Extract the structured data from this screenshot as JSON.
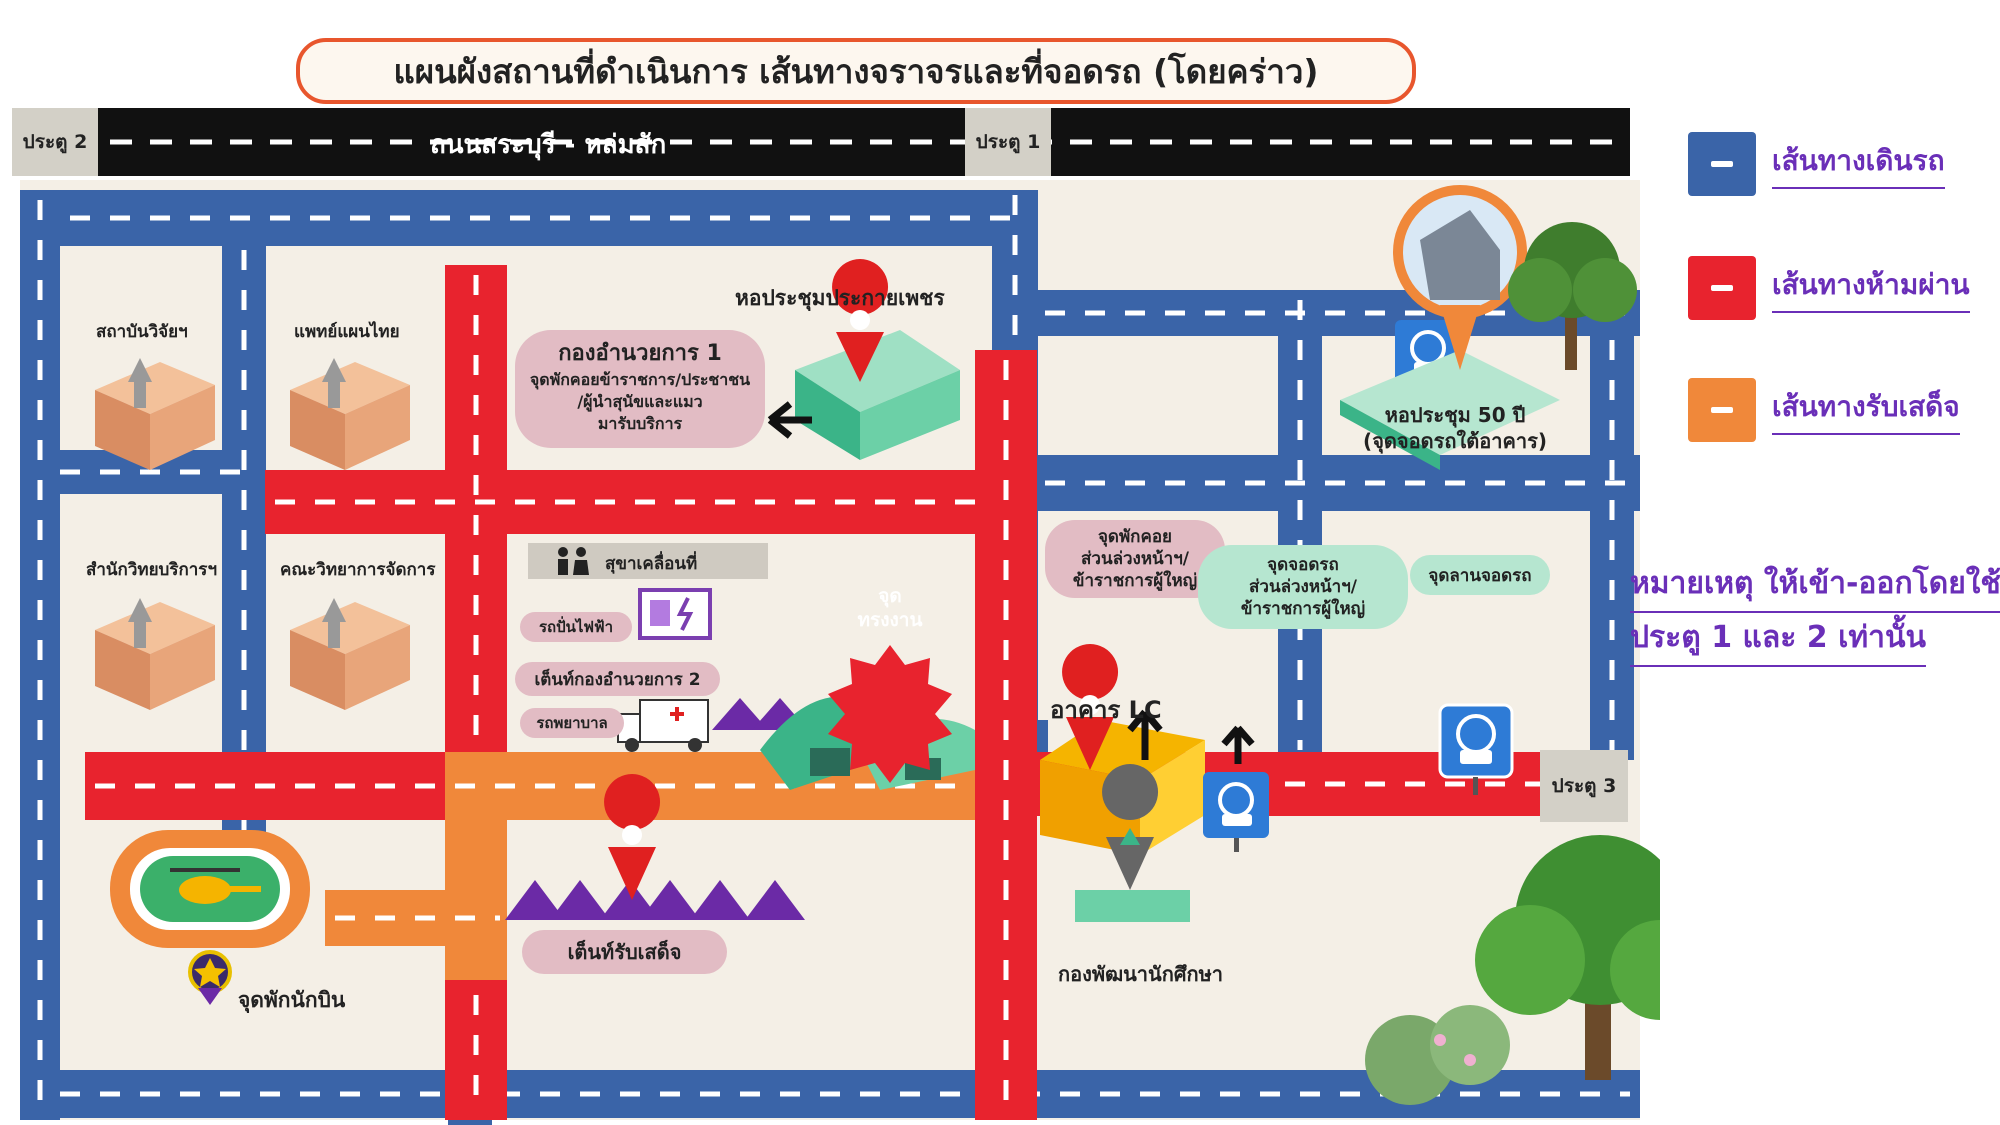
{
  "title": "แผนผังสถานที่ดำเนินการ เส้นทางจราจรและที่จอดรถ (โดยคร่าว)",
  "road_name": "ถนนสระบุรี - หล่มสัก",
  "gates": {
    "gate1": "ประตู 1",
    "gate2": "ประตู 2",
    "gate3": "ประตู 3"
  },
  "buildings": {
    "research_institute": "สถาบันวิจัยฯ",
    "thai_medicine": "แพทย์แผนไทย",
    "academic_services": "สำนักวิทยบริการฯ",
    "management_faculty": "คณะวิทยาการจัดการ",
    "auditorium": "หอประชุมประกายเพชร",
    "hall_50": [
      "หอประชุม 50 ปี",
      "(จุดจอดรถใต้อาคาร)"
    ],
    "lc_building": "อาคาร LC",
    "student_affairs": "กองพัฒนานักศึกษา"
  },
  "callouts": {
    "hq1_title": "กองอำนวยการ 1",
    "hq1_desc": [
      "จุดพักคอยข้าราชการ/ประชาชน",
      "/ผู้นำสุนัขและแมว",
      "มารับบริการ"
    ],
    "mobile_toilet": "สุขาเคลื่อนที่",
    "generator": "รถปั่นไฟฟ้า",
    "hq2": "เต็นท์กองอำนวยการ 2",
    "ambulance": "รถพยาบาล",
    "royal_site": [
      "จุด",
      "ทรงงาน"
    ],
    "waiting_point": [
      "จุดพักคอย",
      "ส่วนล่วงหน้าฯ/",
      "ข้าราชการผู้ใหญ่"
    ],
    "parking_point": [
      "จุดจอดรถ",
      "ส่วนล่วงหน้าฯ/",
      "ข้าราชการผู้ใหญ่"
    ],
    "parking_lot": "จุดลานจอดรถ",
    "reception_tent": "เต็นท์รับเสด็จ",
    "pilot_rest": "จุดพักนักบิน"
  },
  "legend": [
    {
      "label": "เส้นทางเดินรถ",
      "color": "#3a64a8"
    },
    {
      "label": "เส้นทางห้ามผ่าน",
      "color": "#e8232e"
    },
    {
      "label": "เส้นทางรับเสด็จ",
      "color": "#f0883a"
    }
  ],
  "note": [
    "หมายเหตุ ให้เข้า-ออกโดยใช้",
    "ประตู 1 และ 2 เท่านั้น"
  ],
  "colors": {
    "road_blue": "#3a64a8",
    "road_red": "#e8232e",
    "road_orange": "#f0883a",
    "road_black": "#111111",
    "block_bg": "#f4efe6",
    "legend_text": "#6a2fb8"
  },
  "icons": [
    "location-pin-icon",
    "parking-sign-icon",
    "arrow-icon",
    "toilet-icon",
    "generator-truck-icon",
    "ambulance-icon",
    "tent-icon",
    "helicopter-icon",
    "star-badge-icon",
    "tree-icon",
    "box-building-icon"
  ]
}
